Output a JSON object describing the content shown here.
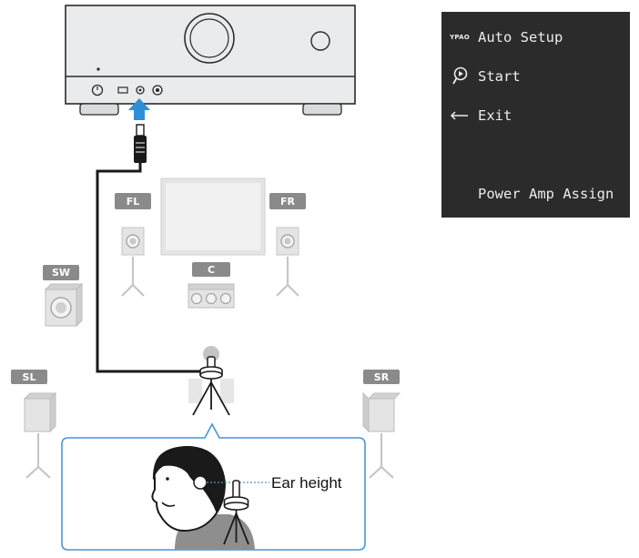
{
  "menu": {
    "brand": "YPAO",
    "title": "Auto Setup",
    "items": [
      {
        "label": "Start",
        "icon": "start-icon"
      },
      {
        "label": "Exit",
        "icon": "back-arrow-icon"
      },
      {
        "label": "Power Amp Assign",
        "icon": ""
      }
    ]
  },
  "speakers": {
    "fl": "FL",
    "fr": "FR",
    "c": "C",
    "sw": "SW",
    "sl": "SL",
    "sr": "SR"
  },
  "callout": {
    "text": "Ear height"
  },
  "colors": {
    "cable": "#1a1a1a",
    "arrow": "#2f8ed6",
    "speaker_tag": "#8a8a8a",
    "callout_border": "#4a96cf",
    "menu_bg": "#2b2b2b"
  }
}
